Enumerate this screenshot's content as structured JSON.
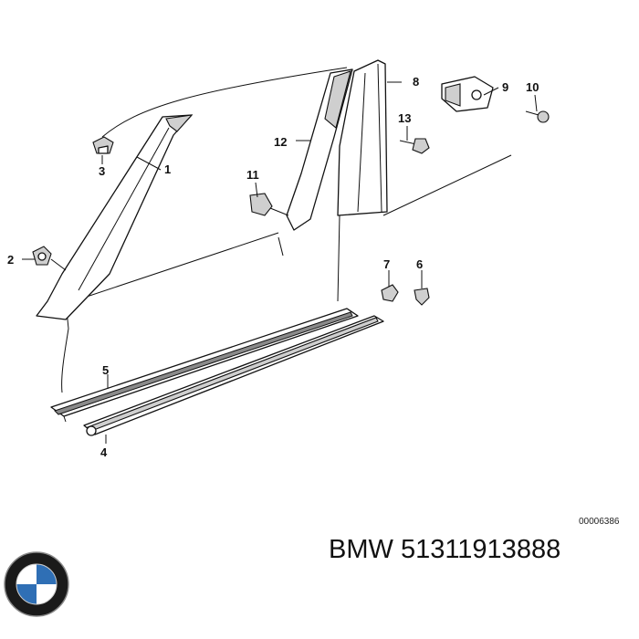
{
  "diagram": {
    "callouts": [
      "1",
      "2",
      "3",
      "4",
      "5",
      "6",
      "7",
      "8",
      "9",
      "10",
      "11",
      "12",
      "13"
    ],
    "drawing_number": "00006386"
  },
  "footer": {
    "brand": "BMW",
    "part_number": "51311913888",
    "logo_icon": "bmw-roundel-icon",
    "logo_colors": {
      "blue": "#2f6fb5",
      "white": "#ffffff",
      "ring": "#1a1a1a"
    }
  }
}
